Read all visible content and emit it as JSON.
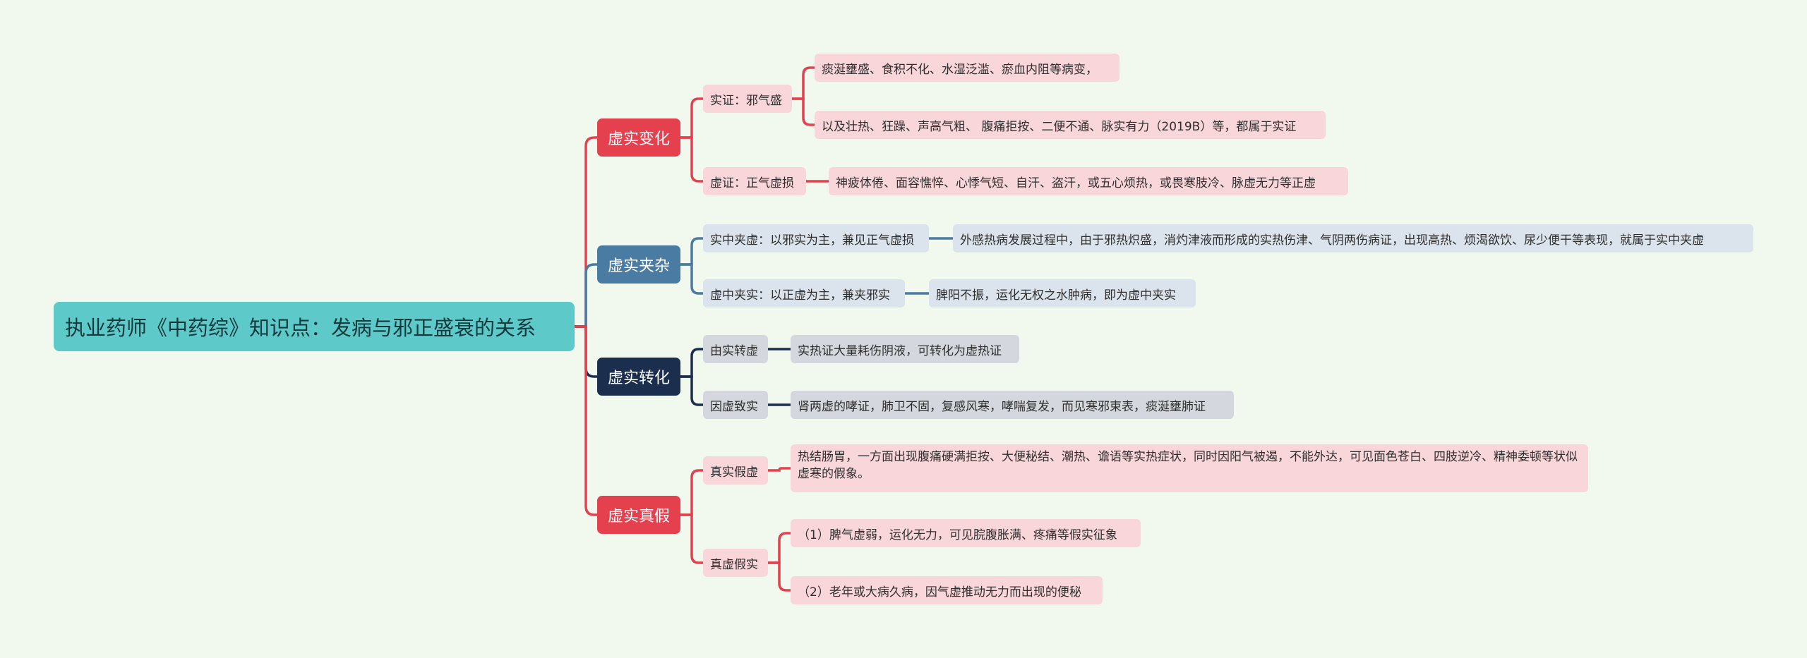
{
  "colors": {
    "background": "#f1f8ee",
    "root": "#5ec9c9",
    "red": "#e5404e",
    "steel": "#4a7ba3",
    "navy": "#1c2e4e",
    "pink_fill": "#f9d6d9",
    "steel_fill": "#dbe3ec",
    "slate_fill": "#d4d7de"
  },
  "root": {
    "label": "执业药师《中药综》知识点：发病与邪正盛衰的关系"
  },
  "branches": [
    {
      "label": "虚实变化",
      "children": [
        {
          "label": "实证：邪气盛",
          "details": [
            "痰涎壅盛、食积不化、水湿泛滥、瘀血内阻等病变，",
            "以及壮热、狂躁、声高气粗、 腹痛拒按、二便不通、脉实有力（2019B）等，都属于实证"
          ]
        },
        {
          "label": "虚证：正气虚损",
          "details": [
            "神疲体倦、面容憔悴、心悸气短、自汗、盗汗，或五心烦热，或畏寒肢冷、脉虚无力等正虚"
          ]
        }
      ]
    },
    {
      "label": "虚实夹杂",
      "children": [
        {
          "label": "实中夹虚：以邪实为主，兼见正气虚损",
          "details": [
            "外感热病发展过程中，由于邪热炽盛，消灼津液而形成的实热伤津、气阴两伤病证，出现高热、烦渴欲饮、尿少便干等表现，就属于实中夹虚"
          ]
        },
        {
          "label": "虚中夹实：以正虚为主，兼夹邪实",
          "details": [
            "脾阳不振，运化无权之水肿病，即为虚中夹实"
          ]
        }
      ]
    },
    {
      "label": "虚实转化",
      "children": [
        {
          "label": "由实转虚",
          "details": [
            "实热证大量耗伤阴液，可转化为虚热证"
          ]
        },
        {
          "label": "因虚致实",
          "details": [
            "肾两虚的哮证，肺卫不固，复感风寒，哮喘复发，而见寒邪束表，痰涎壅肺证"
          ]
        }
      ]
    },
    {
      "label": "虚实真假",
      "children": [
        {
          "label": "真实假虚",
          "details": [
            "热结肠胃，一方面出现腹痛硬满拒按、大便秘结、潮热、谵语等实热症状，同时因阳气被遏，不能外达，可见面色苍白、四肢逆冷、精神委顿等状似虚寒的假象。"
          ]
        },
        {
          "label": "真虚假实",
          "details": [
            "（1）脾气虚弱，运化无力，可见脘腹胀满、疼痛等假实征象",
            "（2）老年或大病久病，因气虚推动无力而出现的便秘"
          ]
        }
      ]
    }
  ]
}
